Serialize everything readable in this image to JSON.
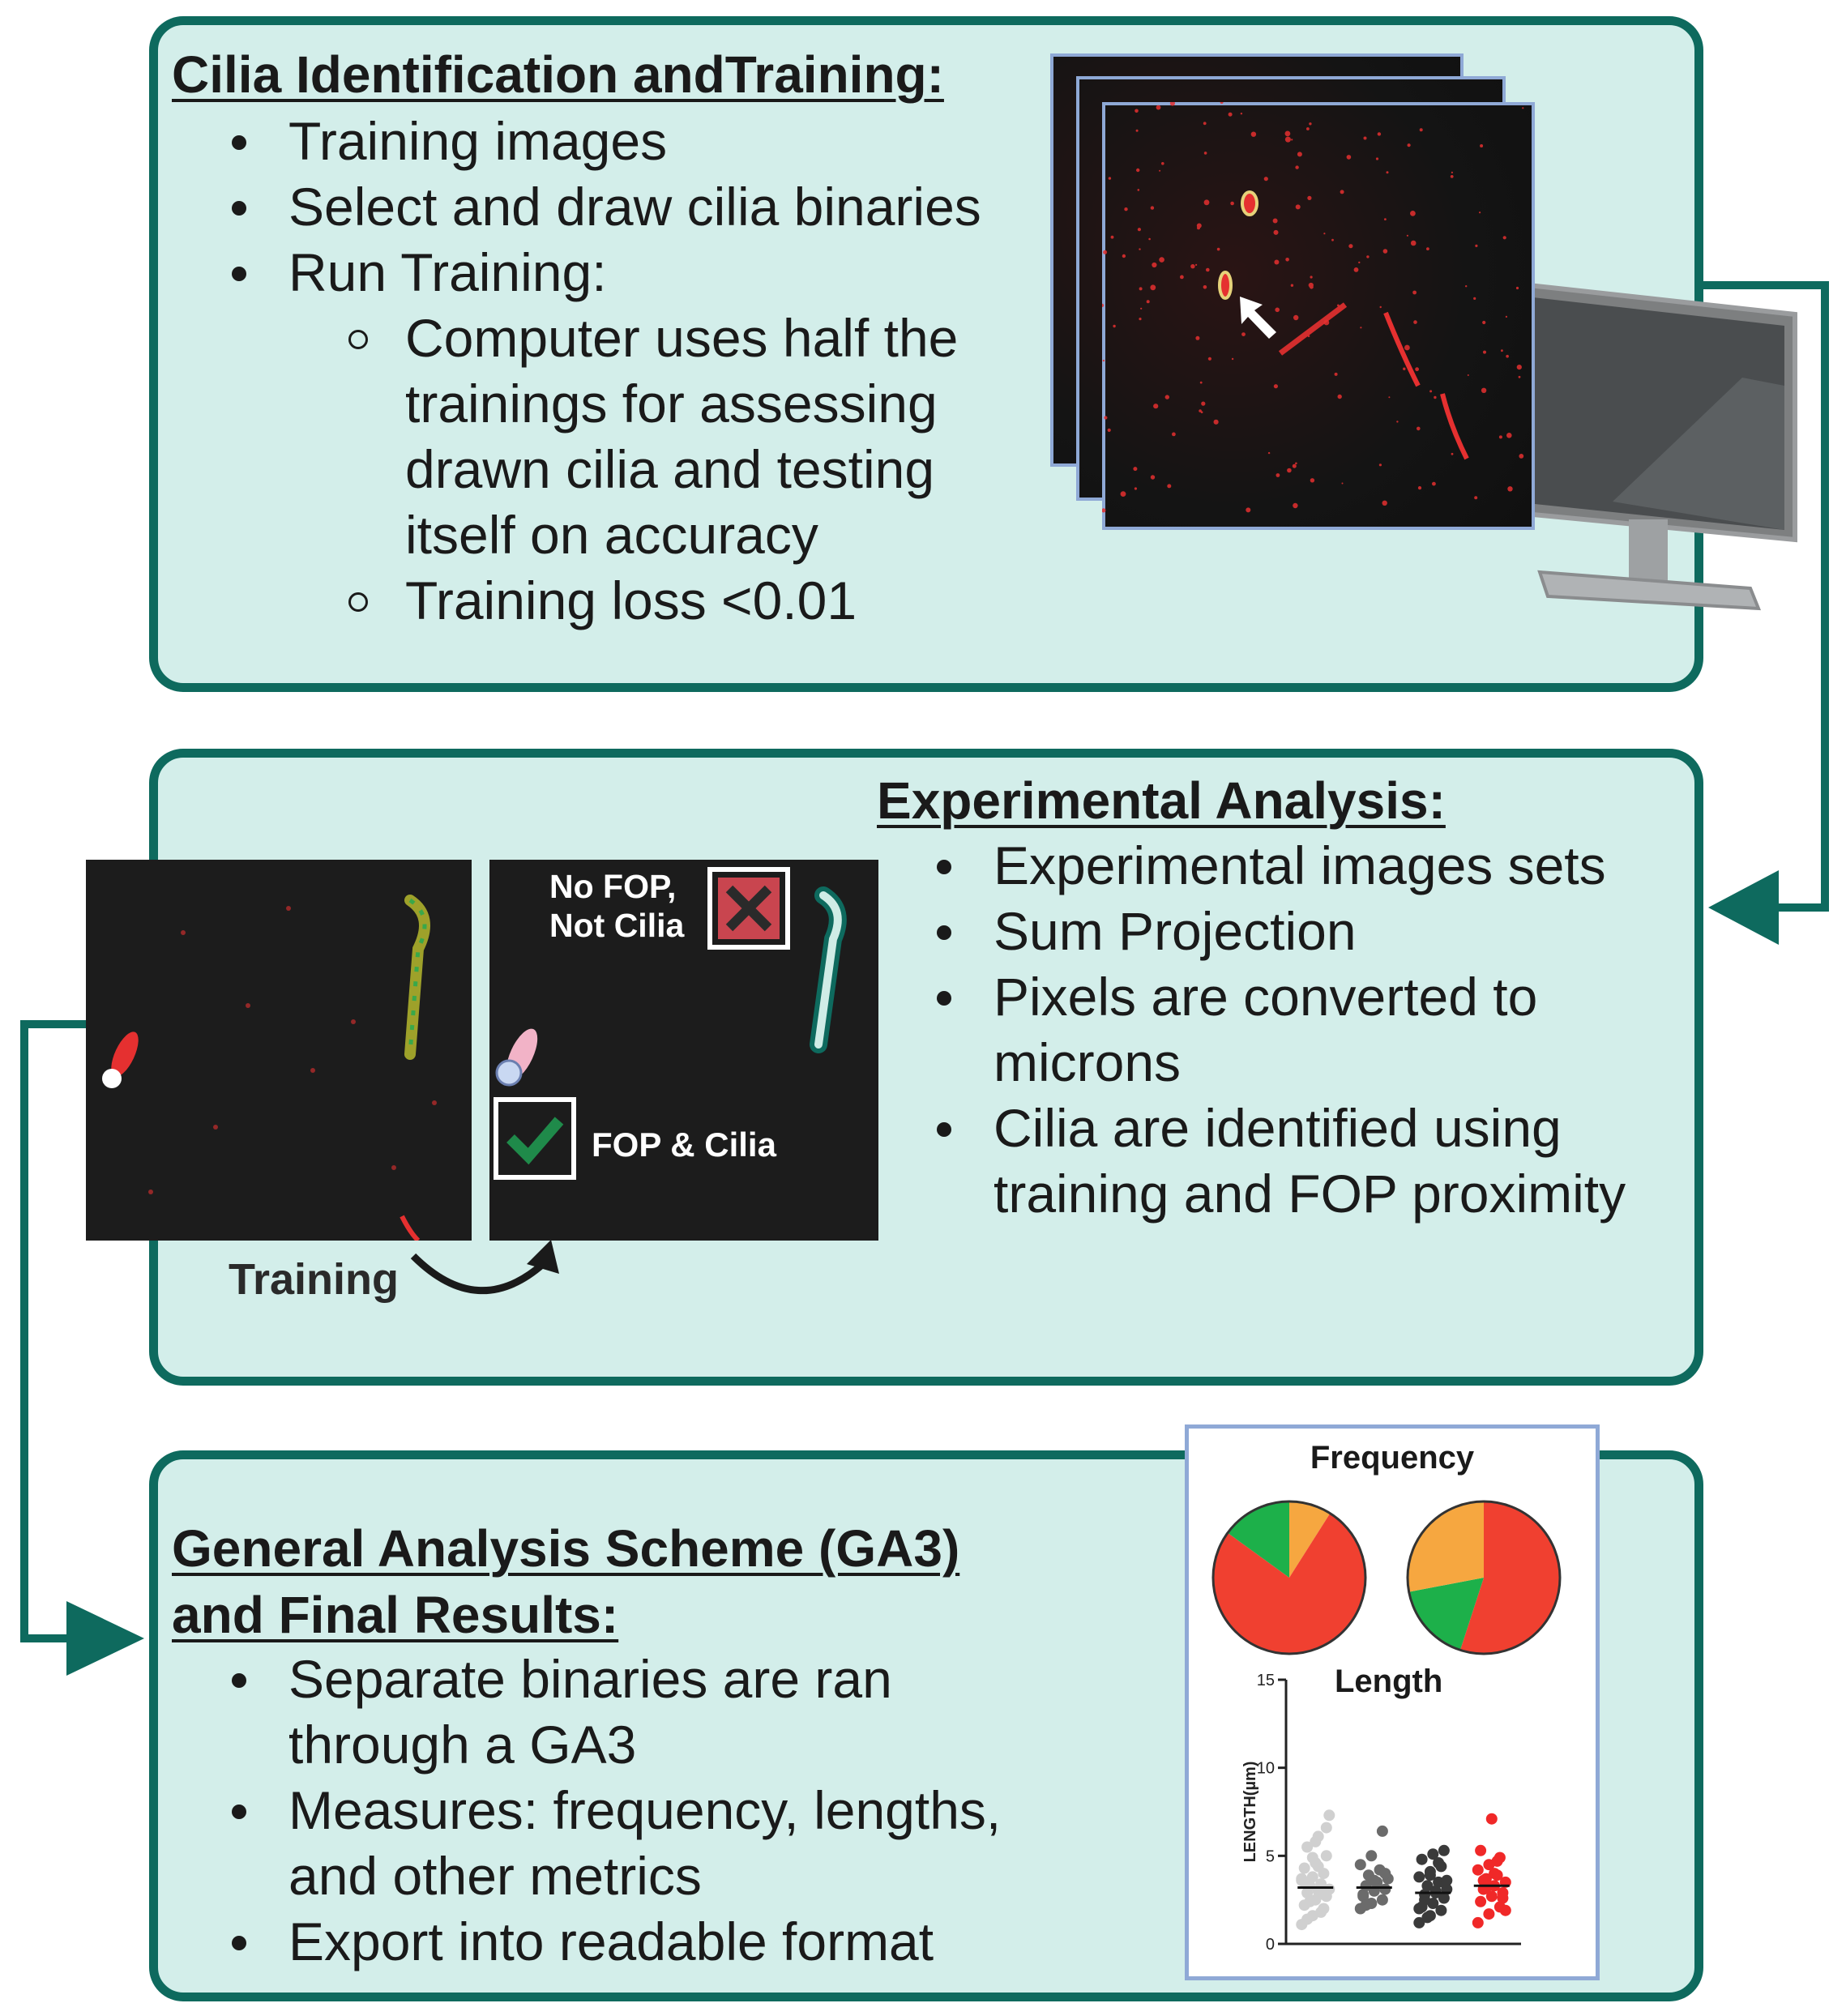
{
  "panel1": {
    "heading": "Cilia Identification andTraining:",
    "bullets": [
      "Training images",
      "Select and draw cilia binaries",
      "Run Training:"
    ],
    "sub_bullets": [
      "Computer uses half the trainings for assessing drawn cilia and testing itself on accuracy",
      "Training loss <0.01"
    ]
  },
  "panel2": {
    "heading": "Experimental Analysis:",
    "bullets": [
      "Experimental images sets",
      "Sum Projection",
      "Pixels are converted to microns",
      "Cilia are identified using training and FOP proximity"
    ],
    "label_no_fop_line1": "No FOP,",
    "label_no_fop_line2": "Not Cilia",
    "label_fop_cilia": "FOP & Cilia",
    "label_training": "Training"
  },
  "panel3": {
    "heading_line1": "General Analysis Scheme (GA3)",
    "heading_line2": "and Final Results:",
    "bullets": [
      "Separate binaries are ran through a GA3",
      "Measures: frequency, lengths, and other metrics",
      "Export into readable format"
    ]
  },
  "colors": {
    "panel_fill": "#d3eeea",
    "panel_border": "#0e6a5e",
    "pie_red": "#f04030",
    "pie_green": "#1db04a",
    "pie_orange": "#f6a740",
    "card_border": "#8fa9d6"
  },
  "chart_data": [
    {
      "type": "pie",
      "title": "Frequency",
      "charts": [
        {
          "slices": [
            {
              "color": "#f6a740",
              "value": 0.09
            },
            {
              "color": "#f04030",
              "value": 0.76
            },
            {
              "color": "#1db04a",
              "value": 0.15
            }
          ]
        },
        {
          "slices": [
            {
              "color": "#f04030",
              "value": 0.55
            },
            {
              "color": "#1db04a",
              "value": 0.17
            },
            {
              "color": "#f6a740",
              "value": 0.28
            }
          ]
        }
      ]
    },
    {
      "type": "scatter",
      "title": "Length",
      "ylabel": "LENGTH(µm)",
      "ylim": [
        0,
        15
      ],
      "yticks": [
        "0",
        "5",
        "10",
        "15"
      ],
      "groups": [
        {
          "color": "#d0d0d0",
          "median": 3.2,
          "values": [
            1.1,
            1.6,
            2.0,
            2.2,
            2.5,
            2.7,
            2.9,
            3.0,
            3.1,
            3.3,
            3.4,
            3.6,
            3.8,
            4.0,
            4.3,
            4.6,
            5.0,
            5.5,
            6.1,
            7.3,
            2.4,
            1.8,
            3.7,
            4.9,
            2.8,
            3.5,
            5.8,
            6.6,
            1.4,
            4.4
          ]
        },
        {
          "color": "#6b6b6b",
          "median": 3.2,
          "values": [
            2.0,
            2.3,
            2.5,
            2.8,
            3.0,
            3.1,
            3.3,
            3.5,
            3.7,
            3.9,
            4.2,
            4.5,
            5.0,
            6.4,
            2.7,
            3.6,
            4.0,
            2.2
          ]
        },
        {
          "color": "#3a3a3a",
          "median": 2.9,
          "values": [
            1.2,
            1.6,
            1.9,
            2.1,
            2.3,
            2.6,
            2.8,
            2.9,
            3.1,
            3.3,
            3.5,
            3.8,
            4.1,
            4.4,
            4.8,
            5.1,
            5.3,
            2.5,
            3.0,
            3.6,
            1.5,
            4.6,
            2.0,
            3.9
          ]
        },
        {
          "color": "#f02828",
          "median": 3.3,
          "values": [
            1.2,
            1.7,
            2.1,
            2.4,
            2.7,
            2.9,
            3.1,
            3.3,
            3.5,
            3.7,
            3.9,
            4.2,
            4.5,
            4.9,
            5.3,
            7.1,
            2.6,
            3.6,
            4.0,
            1.9,
            3.2,
            4.7
          ]
        }
      ]
    }
  ]
}
